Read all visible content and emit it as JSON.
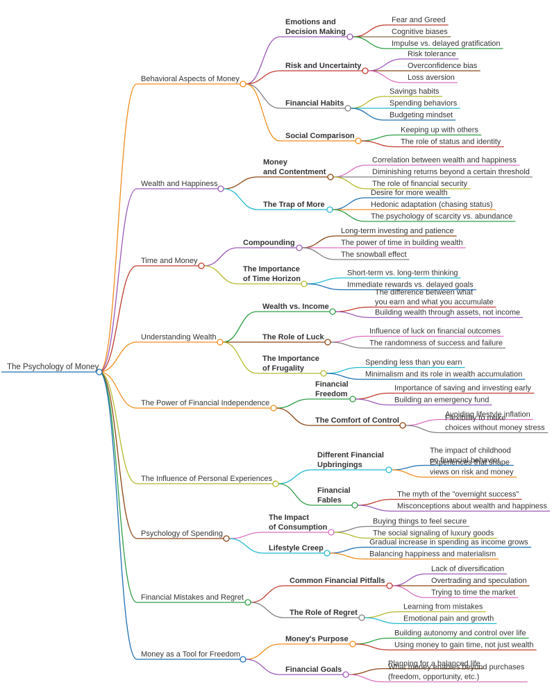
{
  "root": {
    "label": "The Psychology of Money",
    "color": "#1f6fb2"
  },
  "branches": [
    {
      "label": "Behavioral Aspects of Money",
      "color": "#f08c1c",
      "children": [
        {
          "label": [
            "Emotions and",
            "Decision Making"
          ],
          "color": "#9b59b6",
          "children": [
            {
              "label": [
                "Fear and Greed"
              ],
              "color": "#c0392b"
            },
            {
              "label": [
                "Cognitive biases"
              ],
              "color": "#7f6a3a"
            },
            {
              "label": [
                "Impulse vs. delayed gratification"
              ],
              "color": "#2e9e44"
            }
          ]
        },
        {
          "label": [
            "Risk and Uncertainty"
          ],
          "color": "#c0392b",
          "children": [
            {
              "label": [
                "Risk tolerance"
              ],
              "color": "#9b59b6"
            },
            {
              "label": [
                "Overconfidence bias"
              ],
              "color": "#8b4513"
            },
            {
              "label": [
                "Loss aversion"
              ],
              "color": "#d96fc0"
            }
          ]
        },
        {
          "label": [
            "Financial Habits"
          ],
          "color": "#808080",
          "children": [
            {
              "label": [
                "Savings habits"
              ],
              "color": "#b5b82a"
            },
            {
              "label": [
                "Spending behaviors"
              ],
              "color": "#22b8cf"
            },
            {
              "label": [
                "Budgeting mindset"
              ],
              "color": "#1f6fb2"
            }
          ]
        },
        {
          "label": [
            "Social Comparison"
          ],
          "color": "#f08c1c",
          "children": [
            {
              "label": [
                "Keeping up with others"
              ],
              "color": "#2e9e44"
            },
            {
              "label": [
                "The role of status and identity"
              ],
              "color": "#c0392b"
            }
          ]
        }
      ]
    },
    {
      "label": "Wealth and Happiness",
      "color": "#9b59b6",
      "children": [
        {
          "label": [
            "Money",
            "and Contentment"
          ],
          "color": "#8b4513",
          "children": [
            {
              "label": [
                "Correlation between wealth and happiness"
              ],
              "color": "#d96fc0"
            },
            {
              "label": [
                "Diminishing returns beyond a certain threshold"
              ],
              "color": "#808080"
            },
            {
              "label": [
                "The role of financial security"
              ],
              "color": "#b5b82a"
            }
          ]
        },
        {
          "label": [
            "The Trap of More"
          ],
          "color": "#22b8cf",
          "children": [
            {
              "label": [
                "Desire for more wealth"
              ],
              "color": "#1f6fb2"
            },
            {
              "label": [
                "Hedonic adaptation (chasing status)"
              ],
              "color": "#f08c1c"
            },
            {
              "label": [
                "The psychology of scarcity vs. abundance"
              ],
              "color": "#2e9e44"
            }
          ]
        }
      ]
    },
    {
      "label": "Time and Money",
      "color": "#c0392b",
      "children": [
        {
          "label": [
            "Compounding"
          ],
          "color": "#9b59b6",
          "children": [
            {
              "label": [
                "Long-term investing and patience"
              ],
              "color": "#8b4513"
            },
            {
              "label": [
                "The power of time in building wealth"
              ],
              "color": "#d96fc0"
            },
            {
              "label": [
                "The snowball effect"
              ],
              "color": "#808080"
            }
          ]
        },
        {
          "label": [
            "The Importance",
            "of Time Horizon"
          ],
          "color": "#b5b82a",
          "children": [
            {
              "label": [
                "Short-term vs. long-term thinking"
              ],
              "color": "#22b8cf"
            },
            {
              "label": [
                "Immediate rewards vs. delayed goals"
              ],
              "color": "#1f6fb2"
            }
          ]
        }
      ]
    },
    {
      "label": "Understanding Wealth",
      "color": "#f08c1c",
      "children": [
        {
          "label": [
            "Wealth vs. Income"
          ],
          "color": "#2e9e44",
          "children": [
            {
              "label": [
                "The difference between what",
                "you earn and what you accumulate"
              ],
              "color": "#c0392b"
            },
            {
              "label": [
                "Building wealth through assets, not income"
              ],
              "color": "#9b59b6"
            }
          ]
        },
        {
          "label": [
            "The Role of Luck"
          ],
          "color": "#8b4513",
          "children": [
            {
              "label": [
                "Influence of luck on financial outcomes"
              ],
              "color": "#d96fc0"
            },
            {
              "label": [
                "The randomness of success and failure"
              ],
              "color": "#808080"
            }
          ]
        },
        {
          "label": [
            "The Importance",
            "of Frugality"
          ],
          "color": "#b5b82a",
          "children": [
            {
              "label": [
                "Spending less than you earn"
              ],
              "color": "#22b8cf"
            },
            {
              "label": [
                "Minimalism and its role in wealth accumulation"
              ],
              "color": "#1f6fb2"
            }
          ]
        }
      ]
    },
    {
      "label": "The Power of Financial Independence",
      "color": "#f08c1c",
      "children": [
        {
          "label": [
            "Financial",
            "Freedom"
          ],
          "color": "#2e9e44",
          "children": [
            {
              "label": [
                "Importance of saving and investing early"
              ],
              "color": "#c0392b"
            },
            {
              "label": [
                "Building an emergency fund"
              ],
              "color": "#9b59b6"
            }
          ]
        },
        {
          "label": [
            "The Comfort of Control"
          ],
          "color": "#8b4513",
          "children": [
            {
              "label": [
                "Avoiding lifestyle inflation"
              ],
              "color": "#d96fc0"
            },
            {
              "label": [
                "Flexibility to make",
                "choices without money stress"
              ],
              "color": "#808080"
            }
          ]
        }
      ]
    },
    {
      "label": "The Influence of Personal Experiences",
      "color": "#b5b82a",
      "children": [
        {
          "label": [
            "Different Financial",
            "Upbringings"
          ],
          "color": "#22b8cf",
          "children": [
            {
              "label": [
                "The impact of childhood",
                "on financial behavior"
              ],
              "color": "#1f6fb2"
            },
            {
              "label": [
                "Experiences that shape",
                "views on risk and money"
              ],
              "color": "#f08c1c"
            }
          ]
        },
        {
          "label": [
            "Financial",
            "Fables"
          ],
          "color": "#2e9e44",
          "children": [
            {
              "label": [
                "The myth of the \"overnight success\""
              ],
              "color": "#c0392b"
            },
            {
              "label": [
                "Misconceptions about wealth and happiness"
              ],
              "color": "#9b59b6"
            }
          ]
        }
      ]
    },
    {
      "label": "Psychology of Spending",
      "color": "#8b4513",
      "children": [
        {
          "label": [
            "The Impact",
            "of Consumption"
          ],
          "color": "#d96fc0",
          "children": [
            {
              "label": [
                "Buying things to feel secure"
              ],
              "color": "#808080"
            },
            {
              "label": [
                "The social signaling of luxury goods"
              ],
              "color": "#b5b82a"
            }
          ]
        },
        {
          "label": [
            "Lifestyle Creep"
          ],
          "color": "#22b8cf",
          "children": [
            {
              "label": [
                "Gradual increase in spending as income grows"
              ],
              "color": "#1f6fb2"
            },
            {
              "label": [
                "Balancing happiness and materialism"
              ],
              "color": "#f08c1c"
            }
          ]
        }
      ]
    },
    {
      "label": "Financial Mistakes and Regret",
      "color": "#2e9e44",
      "children": [
        {
          "label": [
            "Common Financial Pitfalls"
          ],
          "color": "#c0392b",
          "children": [
            {
              "label": [
                "Lack of diversification"
              ],
              "color": "#9b59b6"
            },
            {
              "label": [
                "Overtrading and speculation"
              ],
              "color": "#8b4513"
            },
            {
              "label": [
                "Trying to time the market"
              ],
              "color": "#d96fc0"
            }
          ]
        },
        {
          "label": [
            "The Role of Regret"
          ],
          "color": "#808080",
          "children": [
            {
              "label": [
                "Learning from mistakes"
              ],
              "color": "#b5b82a"
            },
            {
              "label": [
                "Emotional pain and growth"
              ],
              "color": "#22b8cf"
            }
          ]
        }
      ]
    },
    {
      "label": "Money as a Tool for Freedom",
      "color": "#1f6fb2",
      "children": [
        {
          "label": [
            "Money's Purpose"
          ],
          "color": "#f08c1c",
          "children": [
            {
              "label": [
                "Building autonomy and control over life"
              ],
              "color": "#2e9e44"
            },
            {
              "label": [
                "Using money to gain time, not just wealth"
              ],
              "color": "#c0392b"
            }
          ]
        },
        {
          "label": [
            "Financial Goals"
          ],
          "color": "#9b59b6",
          "children": [
            {
              "label": [
                "Planning for a balanced life"
              ],
              "color": "#8b4513"
            },
            {
              "label": [
                "What money enables beyond purchases",
                "(freedom, opportunity, etc.)"
              ],
              "color": "#d96fc0"
            }
          ]
        }
      ]
    }
  ]
}
